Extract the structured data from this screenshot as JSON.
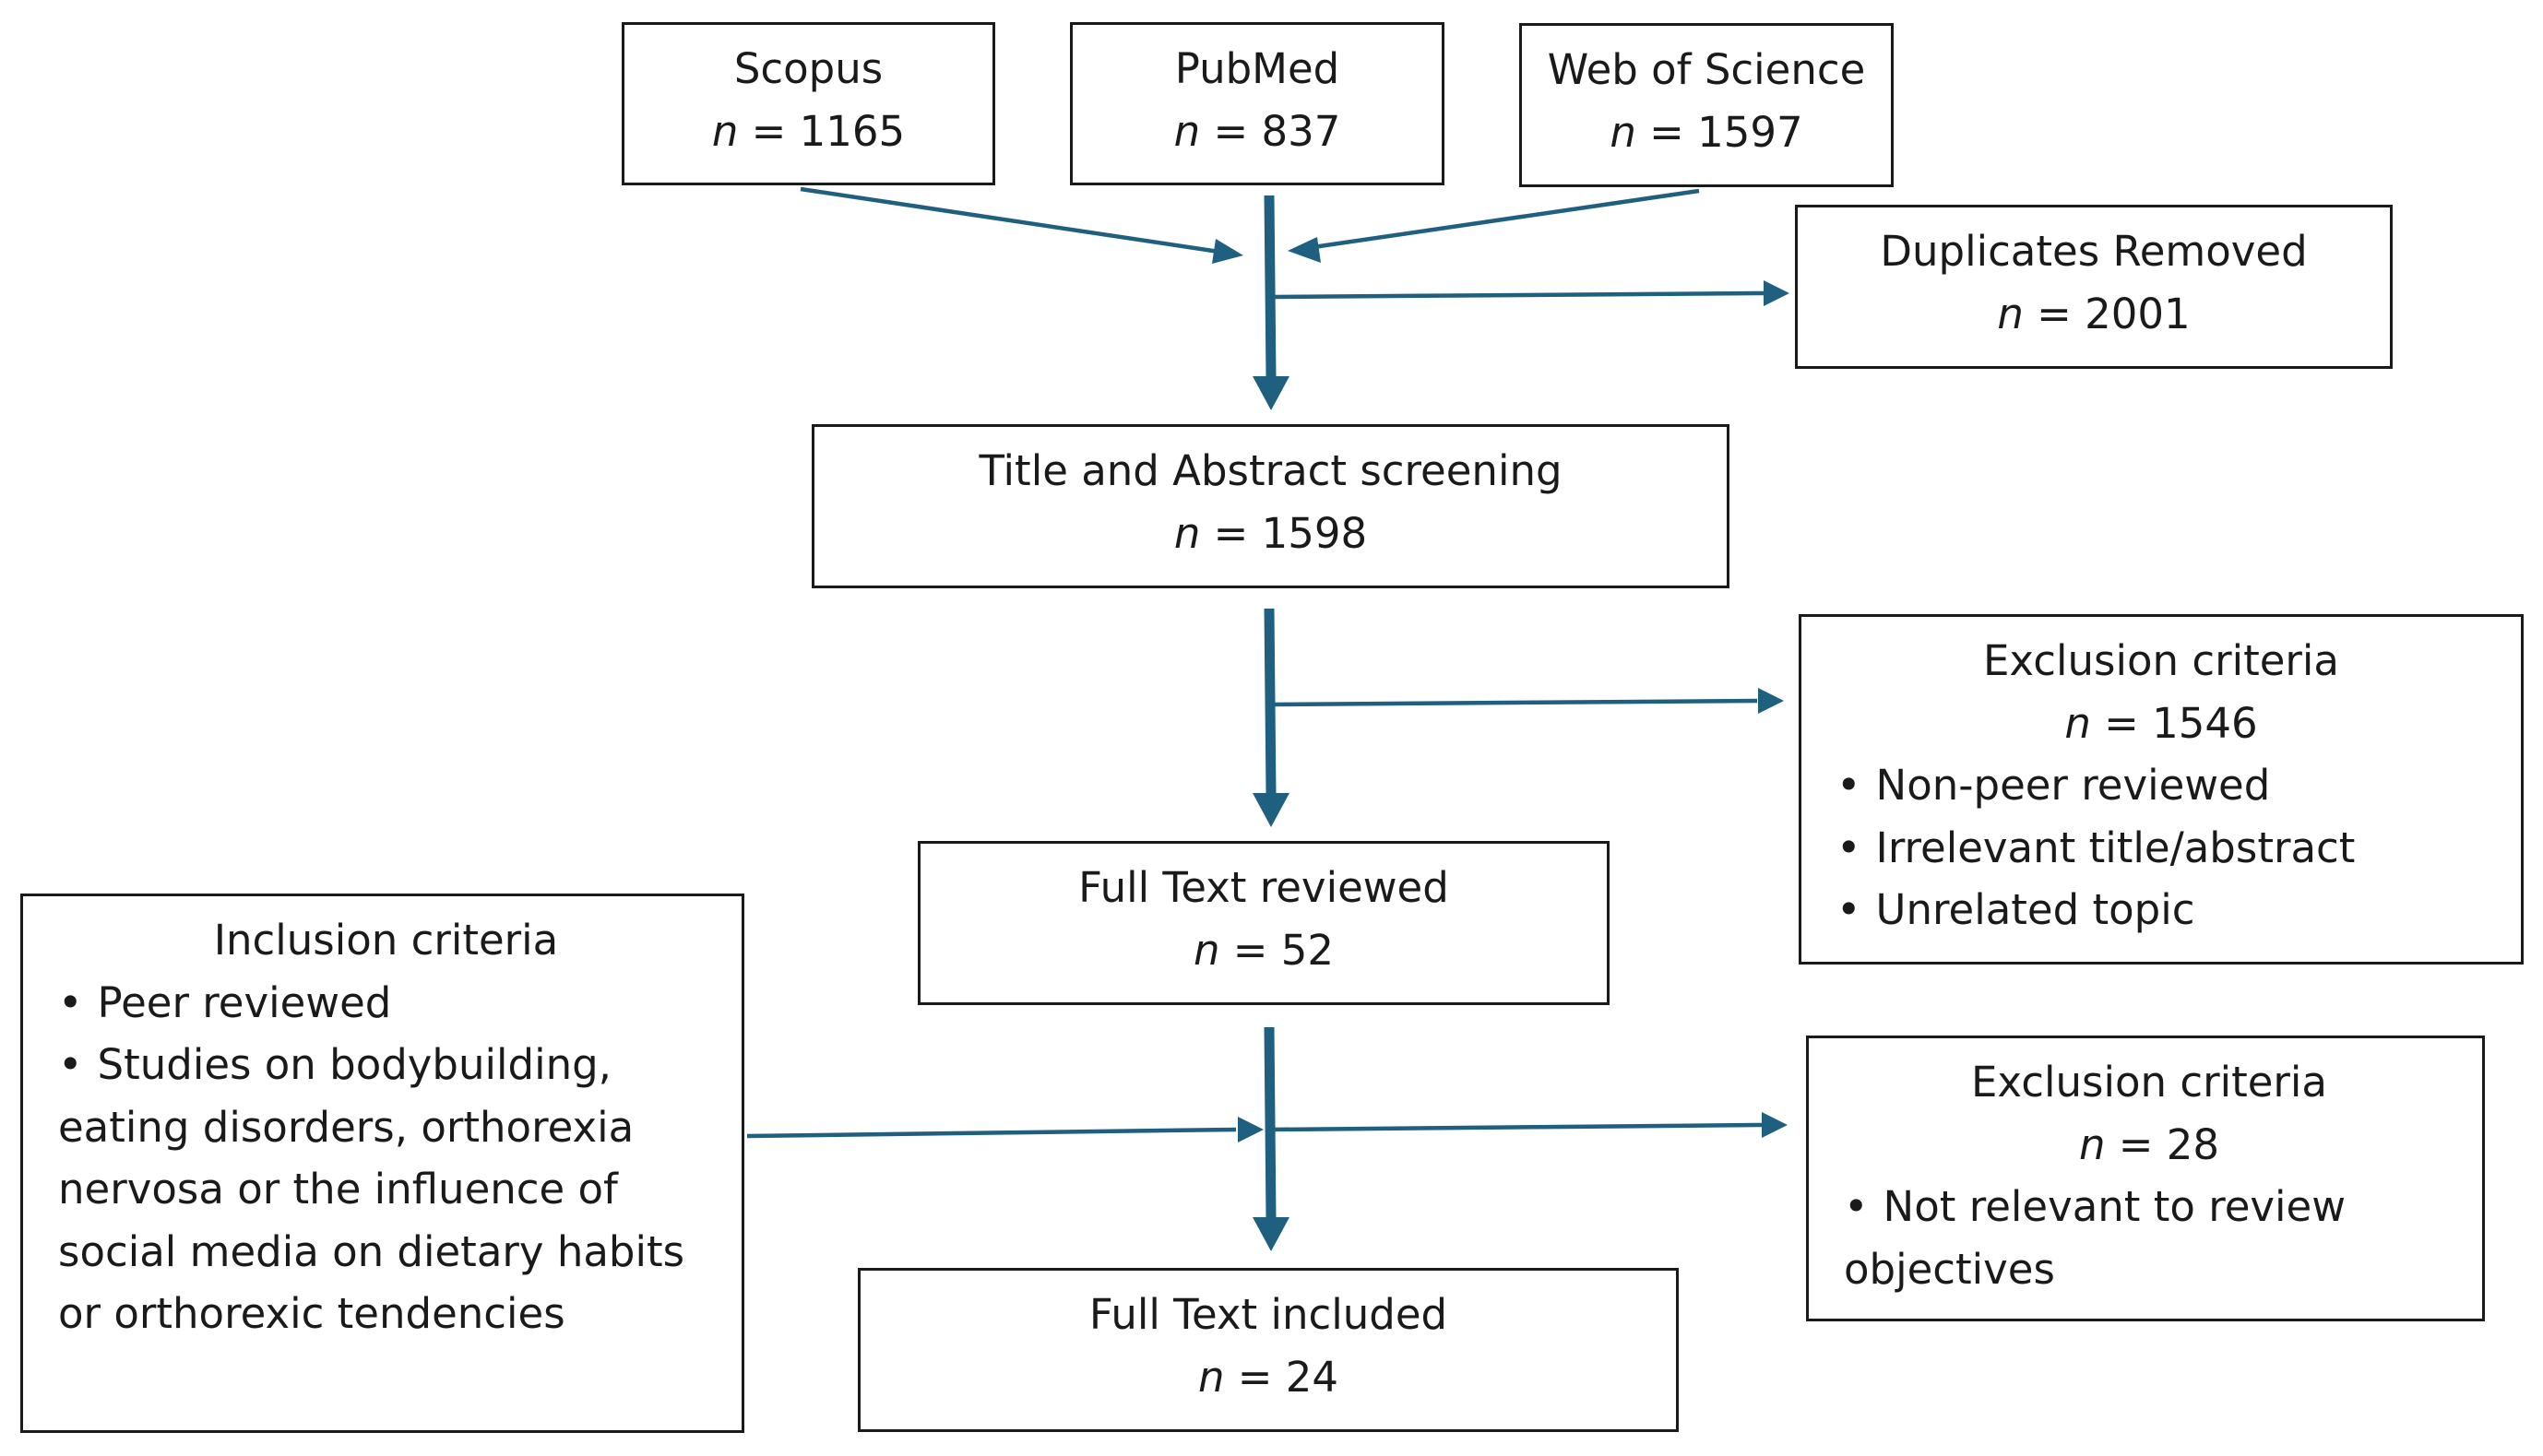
{
  "sources": [
    {
      "title": "Scopus",
      "n_label": "n",
      "n_value": "= 1165"
    },
    {
      "title": "PubMed",
      "n_label": "n",
      "n_value": "= 837"
    },
    {
      "title": "Web of Science",
      "n_label": "n",
      "n_value": "= 1597"
    }
  ],
  "duplicates": {
    "title": "Duplicates Removed",
    "n_label": "n",
    "n_value": "= 2001"
  },
  "screening": {
    "title": "Title and Abstract screening",
    "n_label": "n",
    "n_value": "= 1598"
  },
  "exclusion1": {
    "title": "Exclusion criteria",
    "n_label": "n",
    "n_value": "= 1546",
    "items": [
      "Non-peer reviewed",
      "Irrelevant title/abstract",
      "Unrelated topic"
    ]
  },
  "fulltext_reviewed": {
    "title": "Full Text reviewed",
    "n_label": "n",
    "n_value": "= 52"
  },
  "inclusion": {
    "title": "Inclusion criteria",
    "items": [
      "Peer reviewed",
      "Studies on bodybuilding, eating disorders, orthorexia nervosa or the influence of social media on dietary habits or orthorexic tendencies"
    ]
  },
  "exclusion2": {
    "title": "Exclusion criteria",
    "n_label": "n",
    "n_value": "= 28",
    "items": [
      "Not relevant to review objectives"
    ]
  },
  "fulltext_included": {
    "title": "Full Text included",
    "n_label": "n",
    "n_value": "= 24"
  },
  "colors": {
    "arrow": "#1f5f80",
    "border": "#1a1a1a"
  }
}
